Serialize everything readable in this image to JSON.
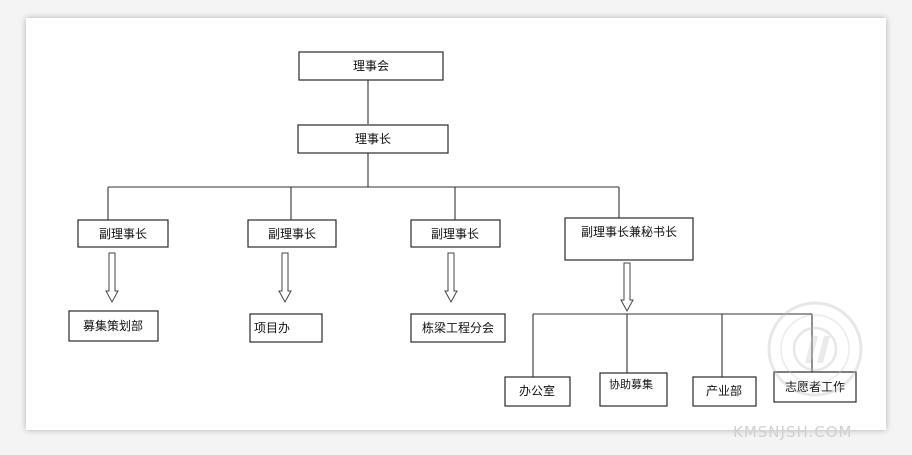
{
  "nodes": {
    "council": "理事会",
    "chairman": "理事长",
    "vice1": "副理事长",
    "vice2": "副理事长",
    "vice3": "副理事长",
    "vice4": "副理事长兼秘书长",
    "dept_fundraising_planning": "募集策划部",
    "dept_project_office": "项目办",
    "dept_bridge_branch": "栋梁工程分会",
    "dept_office": "办公室",
    "dept_assist_fundraising": "协助募集",
    "dept_industry": "产业部",
    "dept_volunteer": "志愿者工作"
  },
  "watermark": {
    "text": "KMSNJSH.COM"
  },
  "colors": {
    "line": "#333333",
    "box_border": "#2a2a2a",
    "frame_bg": "#ffffff",
    "page_bg": "#f4f4f4"
  }
}
